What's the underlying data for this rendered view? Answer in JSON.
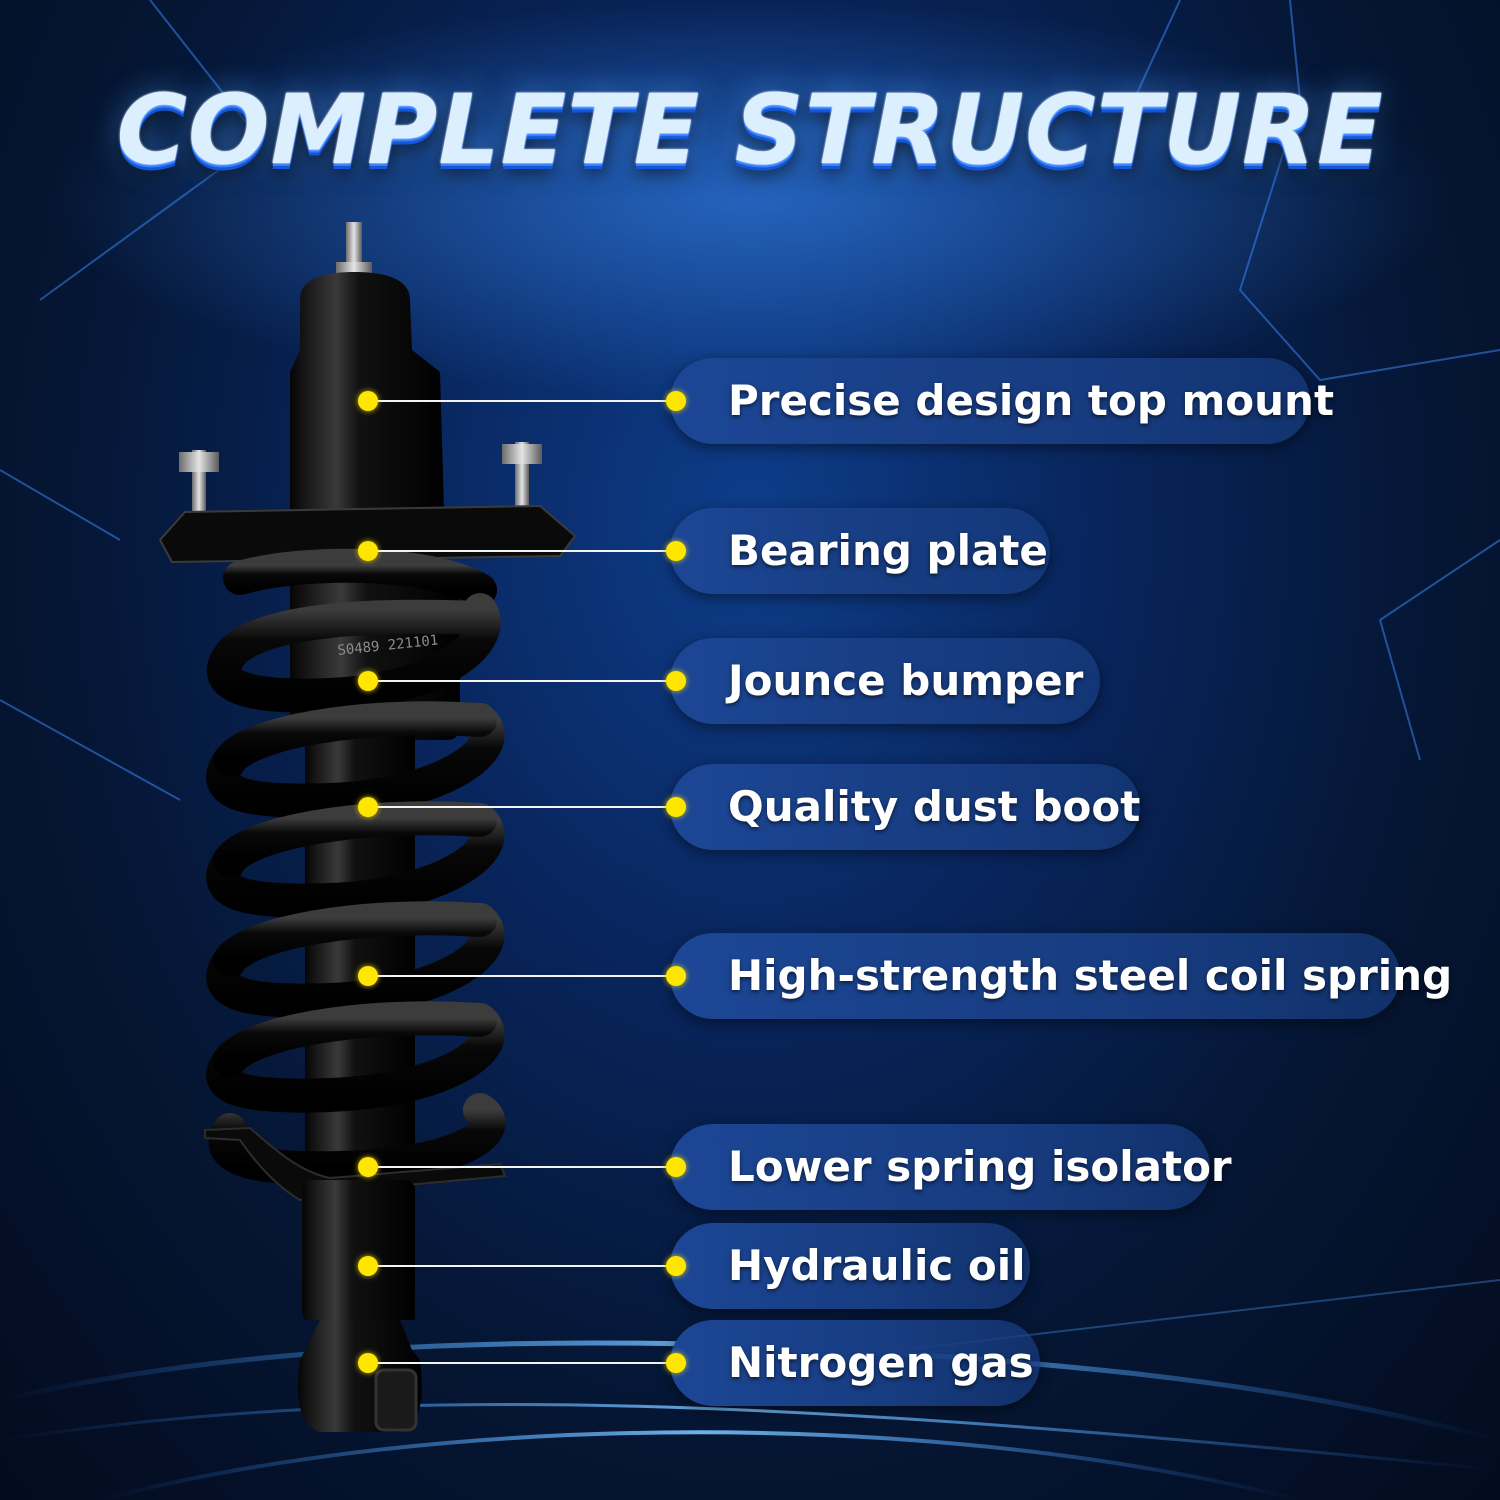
{
  "headline": "COMPLETE STRUCTURE",
  "colors": {
    "background": "#051634",
    "pill": "#1c4796",
    "dot": "#ffe600",
    "headline": "#dcefff"
  },
  "product": {
    "part_markings": "S0489 221101"
  },
  "callouts": [
    {
      "label": "Precise design top mount"
    },
    {
      "label": "Bearing plate"
    },
    {
      "label": "Jounce bumper"
    },
    {
      "label": "Quality dust boot"
    },
    {
      "label": "High-strength steel coil spring"
    },
    {
      "label": "Lower spring isolator"
    },
    {
      "label": "Hydraulic oil"
    },
    {
      "label": "Nitrogen gas"
    }
  ]
}
